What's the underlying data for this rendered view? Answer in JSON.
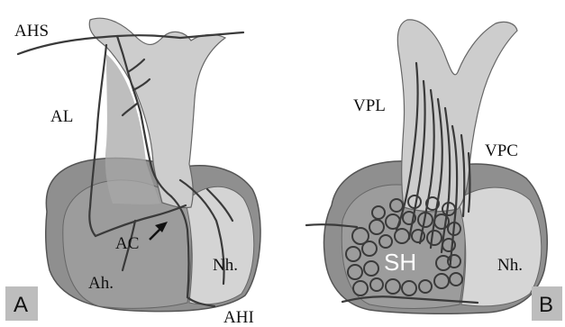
{
  "panels": [
    {
      "letter": "A",
      "labels": {
        "ahs": "AHS",
        "al": "AL",
        "ac": "AC",
        "ah": "Ah.",
        "nh": "Nh.",
        "ahi": "AHI"
      }
    },
    {
      "letter": "B",
      "labels": {
        "vpl": "VPL",
        "vpc": "VPC",
        "sh": "SH",
        "nh": "Nh."
      }
    }
  ],
  "colors": {
    "outer_gland": "#8a8a8a",
    "adenohypophysis": "#9a9a9a",
    "neurohypophysis": "#d2d2d2",
    "stalk": "#cacaca",
    "vessel": "#3a3a3a",
    "letter_box": "#bdbdbd"
  }
}
